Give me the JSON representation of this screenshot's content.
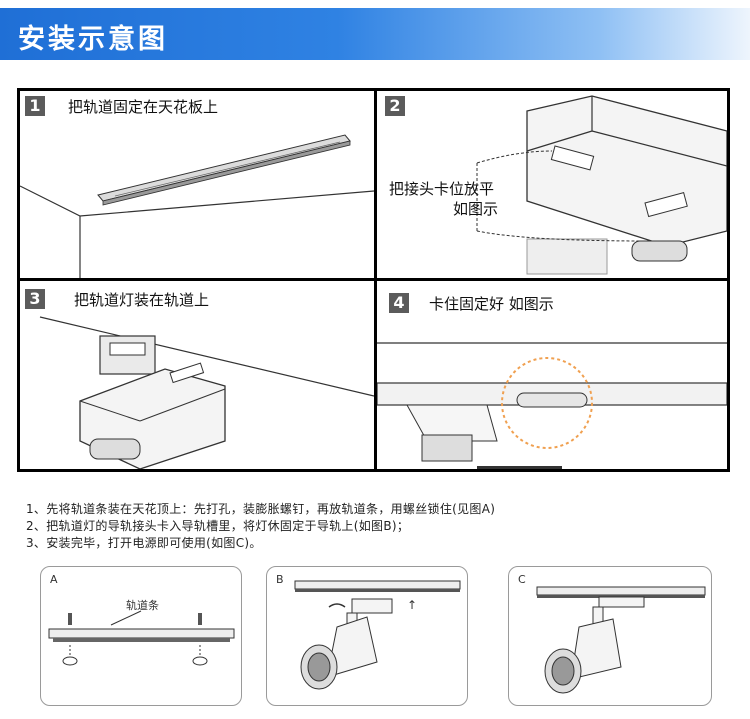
{
  "header": {
    "title": "安装示意图"
  },
  "steps": [
    {
      "number": "1",
      "text": "把轨道固定在天花板上"
    },
    {
      "number": "2",
      "text_line1": "把接头卡位放平",
      "text_line2": "如图示"
    },
    {
      "number": "3",
      "text": "把轨道灯装在轨道上"
    },
    {
      "number": "4",
      "text": "卡住固定好  如图示"
    }
  ],
  "instructions": [
    "1、先将轨道条装在天花顶上：先打孔，装膨胀螺钉，再放轨道条，用螺丝锁住(见图A)",
    "2、把轨道灯的导轨接头卡入导轨槽里，将灯休固定于导轨上(如图B)；",
    "3、安装完毕，打开电源即可使用(如图C)。"
  ],
  "figures": [
    {
      "label": "A",
      "caption": "轨道条"
    },
    {
      "label": "B"
    },
    {
      "label": "C"
    }
  ],
  "colors": {
    "header_blue": "#1f6fd6",
    "number_box": "#5b5b5b",
    "circle_highlight": "#f0a050"
  }
}
